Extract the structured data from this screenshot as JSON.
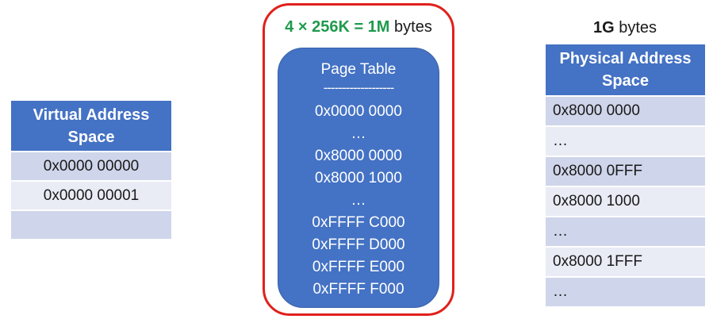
{
  "virtual_address_space": {
    "header": "Virtual Address Space",
    "rows": [
      "0x0000 00000",
      "0x0000 00001",
      ""
    ]
  },
  "page_table": {
    "caption_prefix": "4 × ",
    "caption_size": "256K = 1M",
    "caption_suffix": " bytes",
    "title": "Page Table",
    "divider": "-------------------",
    "entries": [
      "0x0000 0000",
      "…",
      "0x8000 0000",
      "0x8000 1000",
      "…",
      "0xFFFF C000",
      "0xFFFF D000",
      "0xFFFF E000",
      "0xFFFF F000"
    ]
  },
  "physical_address_space": {
    "caption_size": "1G",
    "caption_suffix": " bytes",
    "header": "Physical Address Space",
    "rows": [
      "0x8000 0000",
      "…",
      "0x8000 0FFF",
      "0x8000 1000",
      "…",
      "0x8000 1FFF",
      "…"
    ]
  },
  "colors": {
    "header_blue": "#4472c4",
    "row_dark": "#cfd5ea",
    "row_light": "#e9ebf5",
    "frame_red": "#e0201b",
    "caption_green": "#1f9a4e"
  }
}
